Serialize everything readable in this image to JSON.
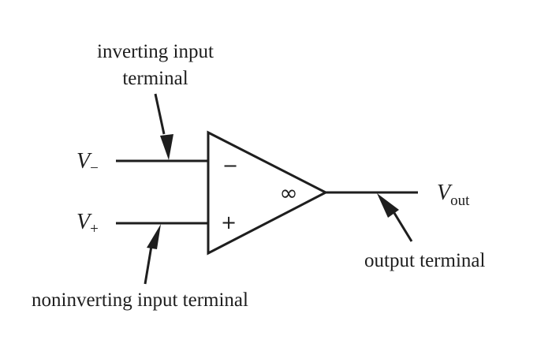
{
  "diagram": {
    "labels": {
      "inverting_line1": "inverting input",
      "inverting_line2": "terminal",
      "noninverting": "noninverting input terminal",
      "output": "output terminal"
    },
    "inputs": {
      "minus_var": "V",
      "minus_sub": "−",
      "plus_var": "V",
      "plus_sub": "+"
    },
    "output_signal": {
      "var": "V",
      "sub": "out"
    },
    "amplifier": {
      "minus_sign": "−",
      "plus_sign": "+",
      "gain_symbol": "∞"
    }
  }
}
